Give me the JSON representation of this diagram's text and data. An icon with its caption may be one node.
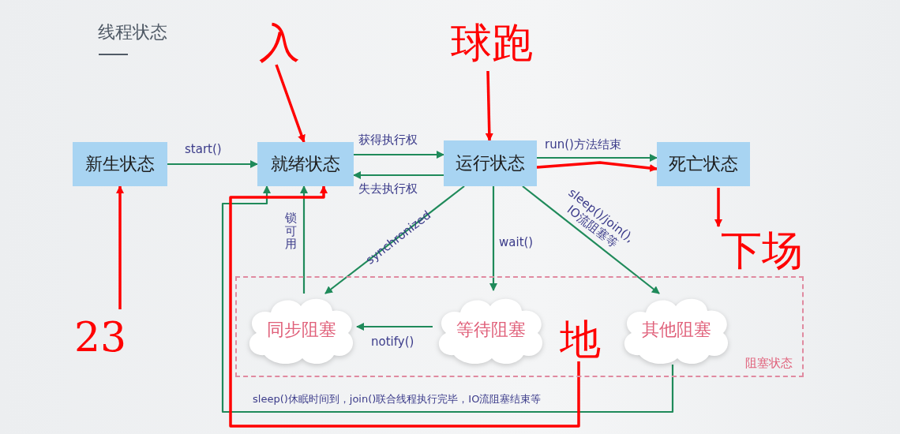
{
  "diagram": {
    "title": "线程状态",
    "nodes": [
      {
        "text": [
          "新生状态"
        ]
      },
      {
        "text": [
          "就绪状态"
        ]
      },
      {
        "text": [
          "运行状态"
        ]
      },
      {
        "text": [
          "死亡状态"
        ]
      },
      {
        "text": [
          "阻塞状态"
        ]
      },
      {
        "text": [
          "同步阻塞"
        ],
        "in": 4
      },
      {
        "text": [
          "等待阻塞"
        ],
        "in": 4
      },
      {
        "text": [
          "其他阻塞"
        ],
        "in": 4
      },
      {
        "text": [
          "入"
        ]
      },
      {
        "text": [
          "球跑"
        ]
      },
      {
        "text": [
          "下场"
        ]
      },
      {
        "text": [
          "23"
        ]
      },
      {
        "text": [
          "地"
        ],
        "in": 4
      }
    ],
    "edges": [
      {
        "from": 0,
        "to": 1,
        "arrow": "to",
        "label": "start()"
      },
      {
        "from": 1,
        "to": 2,
        "arrow": "to",
        "label": "获得执行权"
      },
      {
        "from": 2,
        "to": 1,
        "arrow": "to",
        "label": "失去执行权"
      },
      {
        "from": 2,
        "to": 3,
        "arrow": "to",
        "label": "run()方法结束"
      },
      {
        "from": 2,
        "to": 5,
        "arrow": "to",
        "label": "synchronized"
      },
      {
        "from": 2,
        "to": 6,
        "arrow": "to",
        "label": "wait()"
      },
      {
        "from": 2,
        "to": 7,
        "arrow": "to",
        "label": "sleep()/join(), IO流阻塞等"
      },
      {
        "from": 6,
        "to": 5,
        "arrow": "to",
        "label": "notify()"
      },
      {
        "from": 5,
        "to": 1,
        "arrow": "to",
        "label": "锁可用"
      },
      {
        "from": 7,
        "to": 1,
        "arrow": "to",
        "label": "sleep()休眠时间到，join()联合线程执行完毕，IO流阻塞结束等"
      },
      {
        "from": 8,
        "to": 1,
        "arrow": "to",
        "color": "#ff0000"
      },
      {
        "from": 9,
        "to": 2,
        "arrow": "to",
        "color": "#ff0000"
      },
      {
        "from": 2,
        "to": 3,
        "arrow": "to",
        "color": "#ff0000"
      },
      {
        "from": 3,
        "to": 10,
        "arrow": "to",
        "color": "#ff0000"
      },
      {
        "from": 11,
        "to": 0,
        "arrow": "to",
        "color": "#ff0000"
      },
      {
        "from": 12,
        "to": 1,
        "arrow": "to",
        "color": "#ff0000"
      }
    ]
  }
}
